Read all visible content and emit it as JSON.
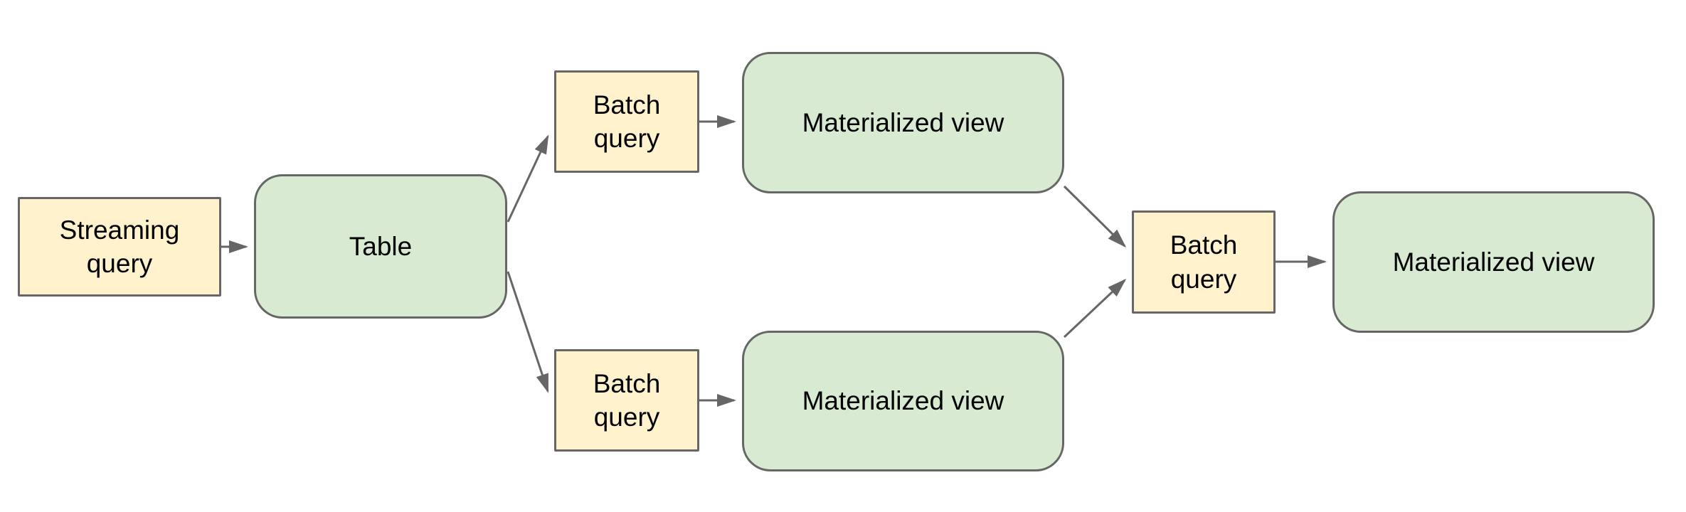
{
  "diagram": {
    "nodes": {
      "streaming_query": {
        "label": "Streaming query",
        "type": "query"
      },
      "table": {
        "label": "Table",
        "type": "view"
      },
      "batch_query_top": {
        "label": "Batch query",
        "type": "query"
      },
      "materialized_view_top": {
        "label": "Materialized view",
        "type": "view"
      },
      "batch_query_bottom": {
        "label": "Batch query",
        "type": "query"
      },
      "materialized_view_bottom": {
        "label": "Materialized view",
        "type": "view"
      },
      "batch_query_right": {
        "label": "Batch query",
        "type": "query"
      },
      "materialized_view_right": {
        "label": "Materialized view",
        "type": "view"
      }
    },
    "edges": [
      {
        "from": "streaming_query",
        "to": "table"
      },
      {
        "from": "table",
        "to": "batch_query_top"
      },
      {
        "from": "table",
        "to": "batch_query_bottom"
      },
      {
        "from": "batch_query_top",
        "to": "materialized_view_top"
      },
      {
        "from": "batch_query_bottom",
        "to": "materialized_view_bottom"
      },
      {
        "from": "materialized_view_top",
        "to": "batch_query_right"
      },
      {
        "from": "materialized_view_bottom",
        "to": "batch_query_right"
      },
      {
        "from": "batch_query_right",
        "to": "materialized_view_right"
      }
    ],
    "colors": {
      "query_fill": "#fff2cc",
      "view_fill": "#d9ead3",
      "border": "#666666",
      "arrow": "#666666"
    }
  }
}
